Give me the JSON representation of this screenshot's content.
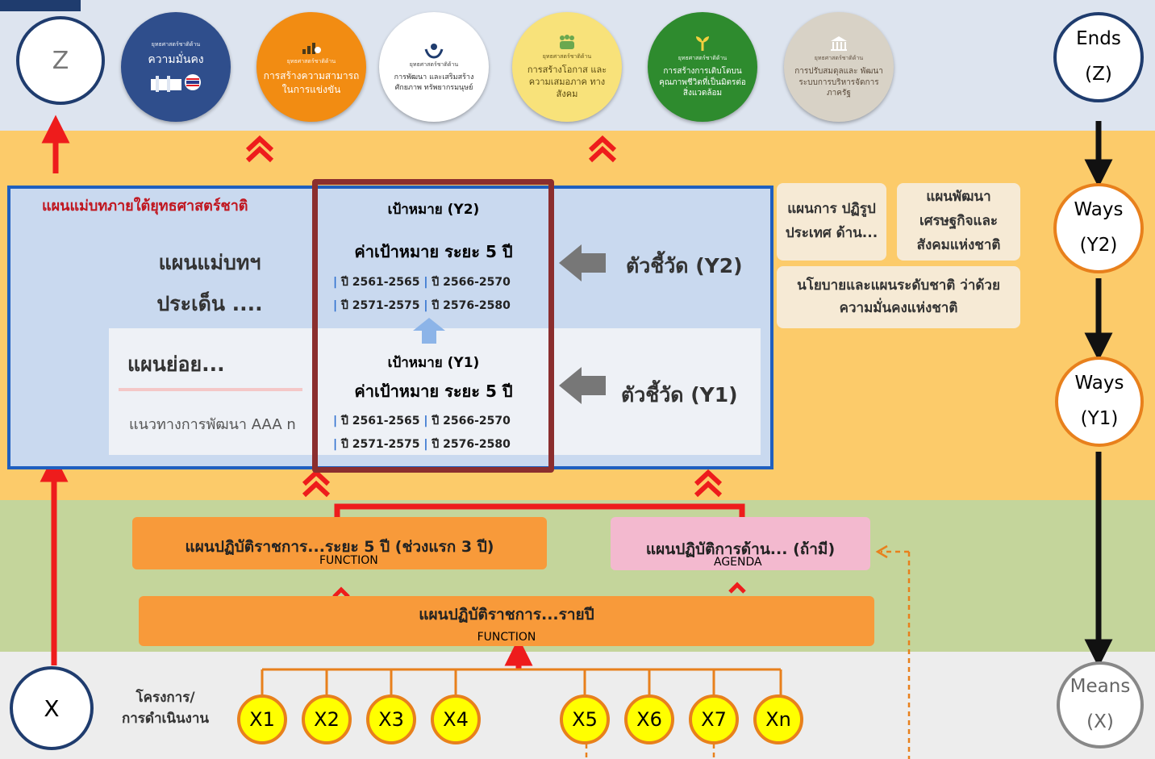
{
  "strategies": [
    {
      "caption": "ยุทธศาสตร์ชาติด้าน",
      "title": "ความมั่นคง",
      "icon": "fence-flag-icon",
      "bg": "#2f4e8c",
      "fg": "#ffffff"
    },
    {
      "caption": "ยุทธศาสตร์ชาติด้าน",
      "title": "การสร้างความสามารถ ในการแข่งขัน",
      "icon": "growth-chart-icon",
      "bg": "#f28c12",
      "fg": "#ffffff"
    },
    {
      "caption": "ยุทธศาสตร์ชาติด้าน",
      "title": "การพัฒนา และเสริมสร้างศักยภาพ ทรัพยากรมนุษย์",
      "icon": "helping-hands-icon",
      "bg": "#ffffff",
      "fg": "#333333"
    },
    {
      "caption": "ยุทธศาสตร์ชาติด้าน",
      "title": "การสร้างโอกาส และความเสมอภาค ทางสังคม",
      "icon": "people-icon",
      "bg": "#f8e27a",
      "fg": "#5a4a10"
    },
    {
      "caption": "ยุทธศาสตร์ชาติด้าน",
      "title": "การสร้างการเติบโตบน คุณภาพชีวิตที่เป็นมิตรต่อ สิ่งแวดล้อม",
      "icon": "plant-icon",
      "bg": "#2e8b2e",
      "fg": "#ffffff"
    },
    {
      "caption": "ยุทธศาสตร์ชาติด้าน",
      "title": "การปรับสมดุลและ พัฒนา ระบบการบริหารจัดการ ภาครัฐ",
      "icon": "government-building-icon",
      "bg": "#d8d2c6",
      "fg": "#5a4a3a"
    }
  ],
  "left": {
    "z": "Z",
    "y2": "Y2",
    "y1": "Y1",
    "x": "X"
  },
  "right": {
    "ends": "Ends",
    "ends_sub": "(Z)",
    "ways2": "Ways",
    "ways2_sub": "(Y2)",
    "ways1": "Ways",
    "ways1_sub": "(Y1)",
    "means": "Means",
    "means_sub": "(X)"
  },
  "master": {
    "header": "แผนแม่บทภายใต้ยุทธศาสตร์ชาติ",
    "issue_line1": "แผนแม่บทฯ",
    "issue_line2": "ประเด็น ....",
    "sub": "แผนย่อย...",
    "guideline": "แนวทางการพัฒนา AAA n"
  },
  "targets": {
    "y2_title": "เป้าหมาย (Y2)",
    "y2_value": "ค่าเป้าหมาย ระยะ 5 ปี",
    "y1_title": "เป้าหมาย (Y1)",
    "y1_value": "ค่าเป้าหมาย ระยะ 5 ปี",
    "sep": "|",
    "p1": "ปี 2561-2565",
    "p2": "ปี 2566-2570",
    "p3": "ปี 2571-2575",
    "p4": "ปี 2576-2580"
  },
  "indicators": {
    "y2": "ตัวชี้วัด (Y2)",
    "y1": "ตัวชี้วัด (Y1)"
  },
  "side_boxes": {
    "reform": "แผนการ ปฏิรูปประเทศ ด้าน...",
    "econ": "แผนพัฒนา เศรษฐกิจและ สังคมแห่งชาติ",
    "security": "นโยบายและแผนระดับชาติ ว่าด้วยความมั่นคงแห่งชาติ"
  },
  "plans": {
    "function5": "แผนปฏิบัติราชการ...ระยะ 5 ปี (ช่วงแรก 3 ปี)",
    "function5_tag": "FUNCTION",
    "agenda": "แผนปฏิบัติการด้าน... (ถ้ามี)",
    "agenda_tag": "AGENDA",
    "annual": "แผนปฏิบัติราชการ...รายปี",
    "annual_tag": "FUNCTION"
  },
  "projects": {
    "label_line1": "โครงการ/",
    "label_line2": "การดำเนินงาน",
    "items": [
      "X1",
      "X2",
      "X3",
      "X4",
      "X5",
      "X6",
      "X7",
      "Xn"
    ]
  },
  "colors": {
    "top_band": "#dde4ef",
    "mid_band": "#fccb6a",
    "green_band": "#c4d59b",
    "bottom_band": "#ededed",
    "arrow_red": "#ee1c1c",
    "circle_orange": "#e8801c",
    "navy": "#1f3c6e",
    "master_border": "#1f5fbf",
    "target_frame": "#8b2e2e",
    "plan_orange": "#f89a3a",
    "agenda_pink": "#f3b9cf"
  }
}
